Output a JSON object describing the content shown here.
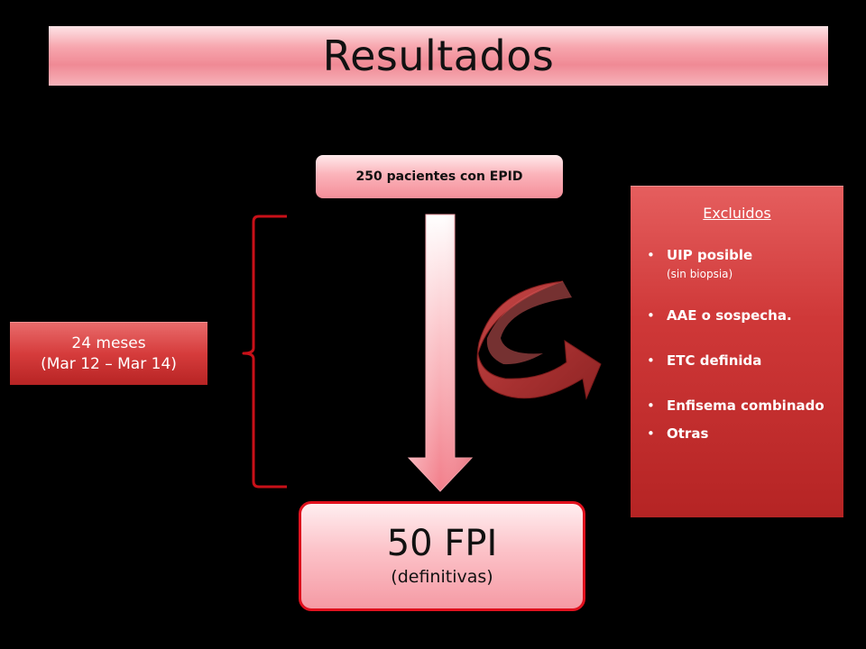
{
  "title": "Resultados",
  "top_box": {
    "label": "250 pacientes con EPID"
  },
  "left_box": {
    "line1": "24 meses",
    "line2": "(Mar 12 – Mar 14)"
  },
  "bottom_box": {
    "main": "50 FPI",
    "sub": "(definitivas)"
  },
  "excluded": {
    "heading": "Excluidos",
    "items": [
      {
        "label": "UIP posible",
        "note": "(sin biopsia)"
      },
      {
        "label": "AAE o sospecha.",
        "note": ""
      },
      {
        "label": "ETC definida",
        "note": ""
      },
      {
        "label": "Enfisema combinado",
        "note": ""
      },
      {
        "label": "Otras",
        "note": ""
      }
    ]
  },
  "bullet_glyph": "•",
  "colors": {
    "background": "#000000",
    "accent_red": "#d63c3c",
    "border_red": "#e0101d",
    "pink": "#f7a6ae"
  },
  "icons": [
    "down-arrow-icon",
    "curved-arrow-icon",
    "brace-icon"
  ]
}
